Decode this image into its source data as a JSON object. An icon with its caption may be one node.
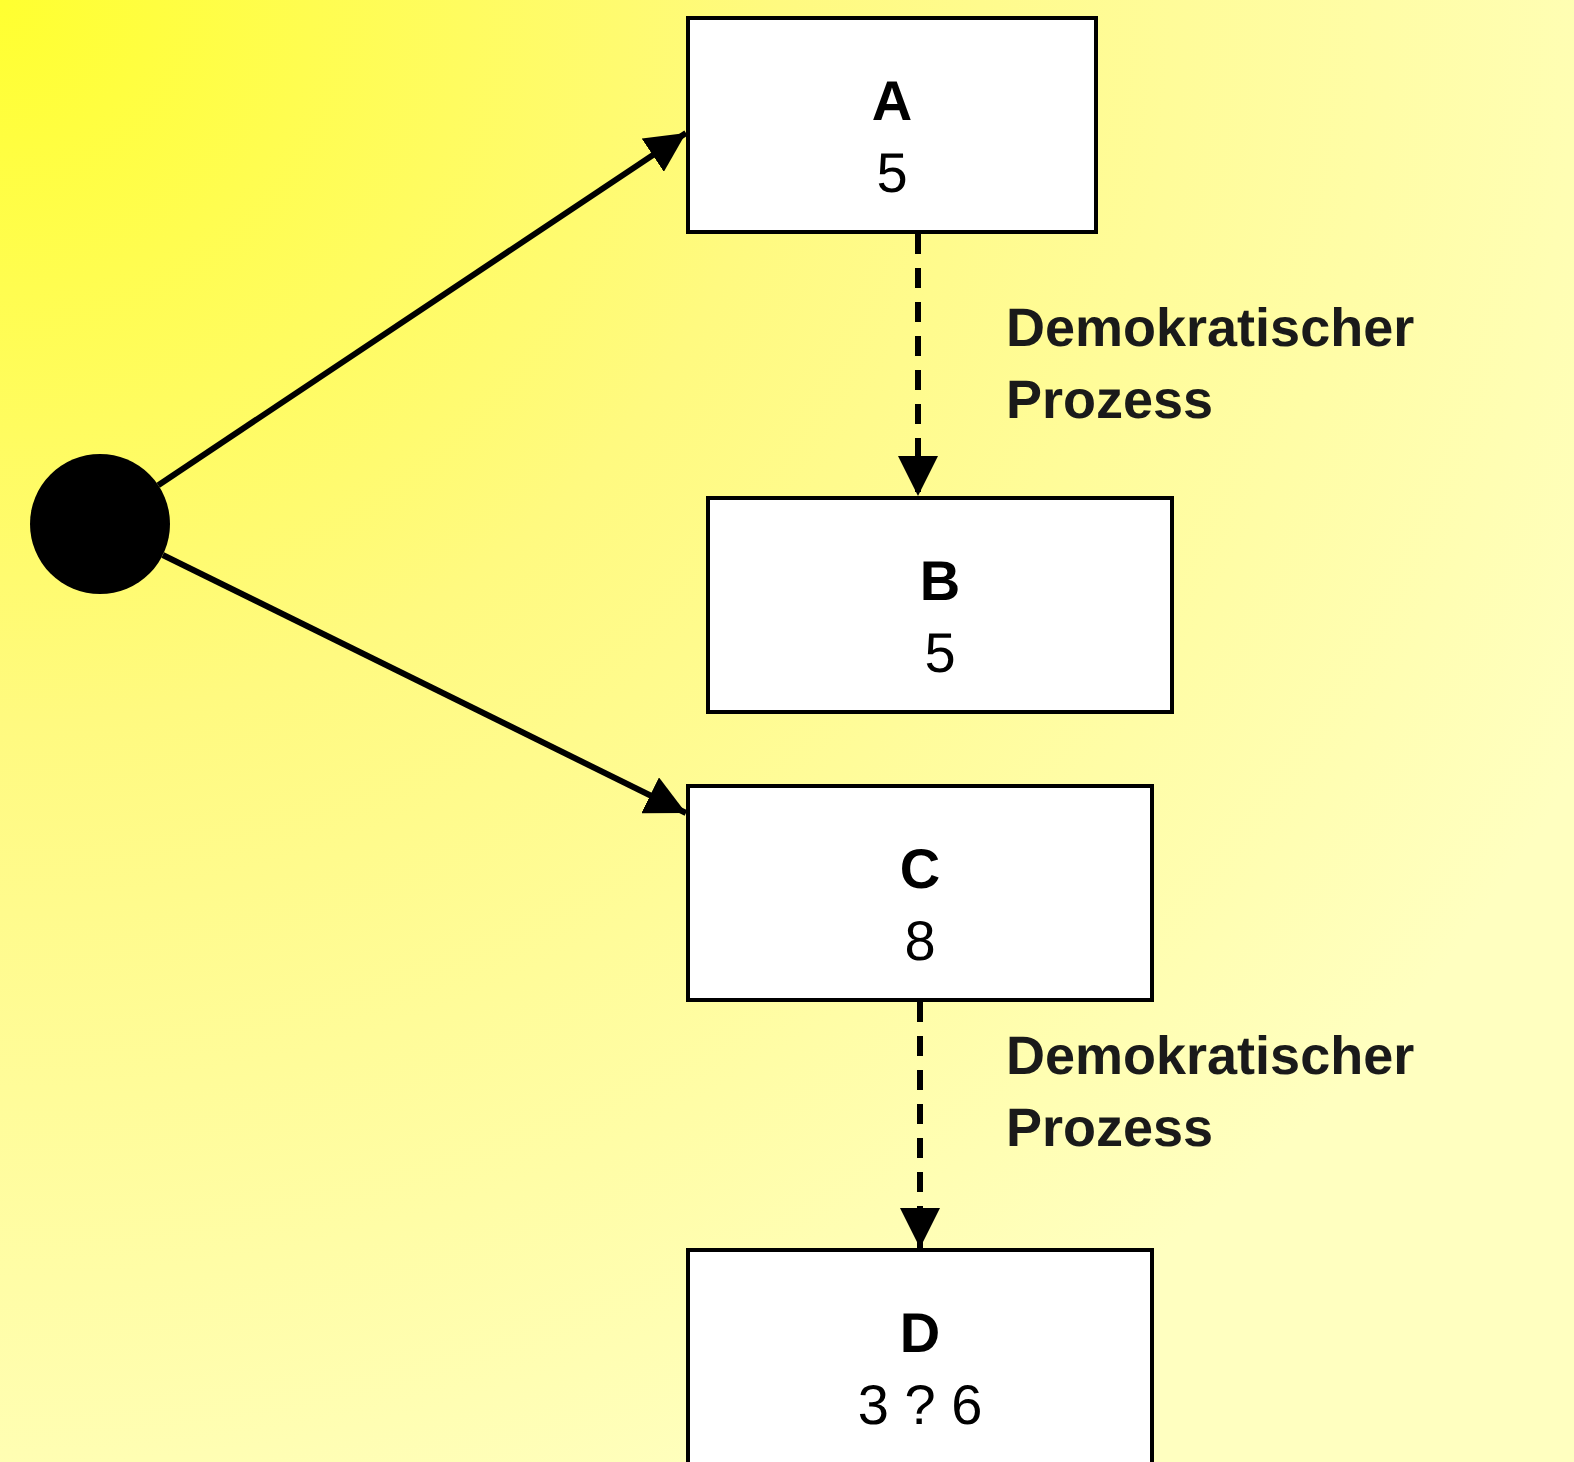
{
  "diagram": {
    "nodes": [
      {
        "text": [],
        "shape": "circle"
      },
      {
        "text": [
          "A",
          "5"
        ]
      },
      {
        "text": [
          "B",
          "5"
        ]
      },
      {
        "text": [
          "C",
          "8"
        ]
      },
      {
        "text": [
          "D",
          "3 ? 6"
        ]
      }
    ],
    "edges": [
      {
        "from": 0,
        "to": 1,
        "arrow": "to"
      },
      {
        "from": 0,
        "to": 3,
        "arrow": "to"
      },
      {
        "from": 1,
        "to": 2,
        "arrow": "to",
        "style": "dashed",
        "label": "Demokratischer Prozess"
      },
      {
        "from": 3,
        "to": 4,
        "arrow": "to",
        "style": "dashed",
        "label": "Demokratischer Prozess"
      }
    ]
  }
}
